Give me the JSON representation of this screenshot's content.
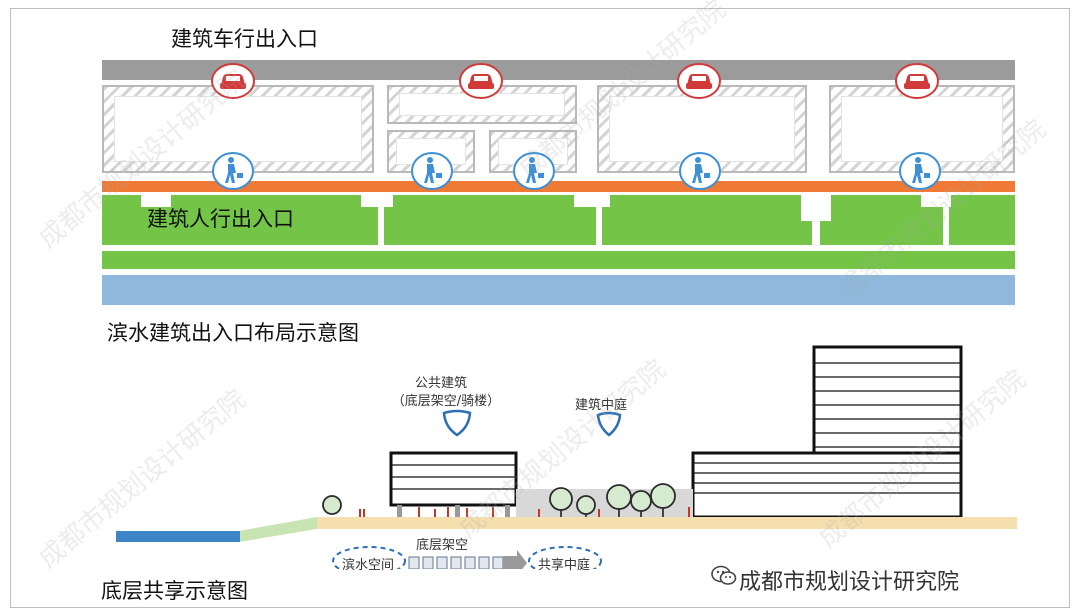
{
  "top_diagram": {
    "vehicle_entrance_label": "建筑车行出入口",
    "pedestrian_entrance_label": "建筑人行出入口",
    "caption": "滨水建筑出入口布局示意图",
    "colors": {
      "road": "#9b9b9c",
      "walkway": "#ee7a36",
      "green": "#74c447",
      "water": "#8fb8dc",
      "car_icon": "#d23a3a",
      "person_icon": "#3d8fd6"
    }
  },
  "bottom_diagram": {
    "public_building_label": "公共建筑",
    "public_building_sub": "（底层架空/骑楼）",
    "courtyard_label": "建筑中庭",
    "ground_void_label": "底层架空",
    "waterfront_space_label": "滨水空间",
    "shared_courtyard_label": "共享中庭",
    "caption": "底层共享示意图",
    "colors": {
      "ground": "#f6dfae",
      "water": "#3d85c6",
      "slope": "#c9e4b3",
      "shield": "#2c6fb5",
      "tree": "#d6ead0"
    }
  },
  "watermark": {
    "brand": "成都市规划设计研究院",
    "repeat_text": "成都市规划设计研究院"
  }
}
